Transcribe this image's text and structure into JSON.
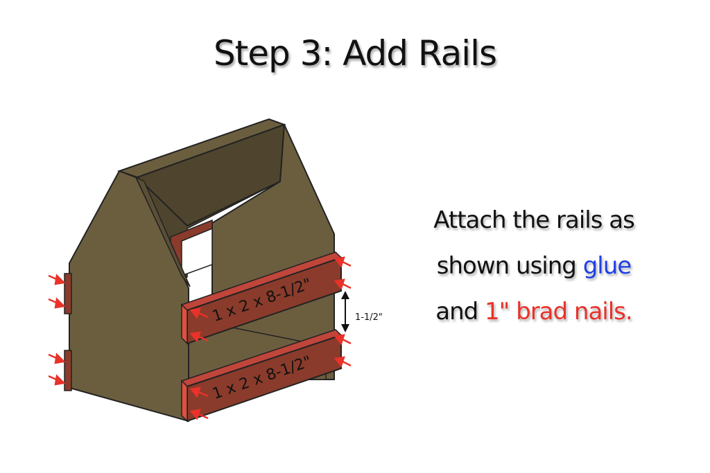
{
  "title": "Step 3: Add Rails",
  "instructions": {
    "line1": "Attach the rails as",
    "line2_prefix": "shown using ",
    "glue_word": "glue",
    "line3_prefix": "and ",
    "nails_phrase": "1\" brad nails."
  },
  "rail_label_top": "1 x 2 x 8-1/2\"",
  "rail_label_bottom": "1 x 2 x 8-1/2\"",
  "spacing_label": "1-1/2\"",
  "colors": {
    "wood": "#6b5e3f",
    "wood_dark": "#4f452e",
    "rail": "#8a3b2b",
    "rail_edge": "#e0503f",
    "arrow": "#e8322a",
    "glue": "#1f3fe6"
  }
}
